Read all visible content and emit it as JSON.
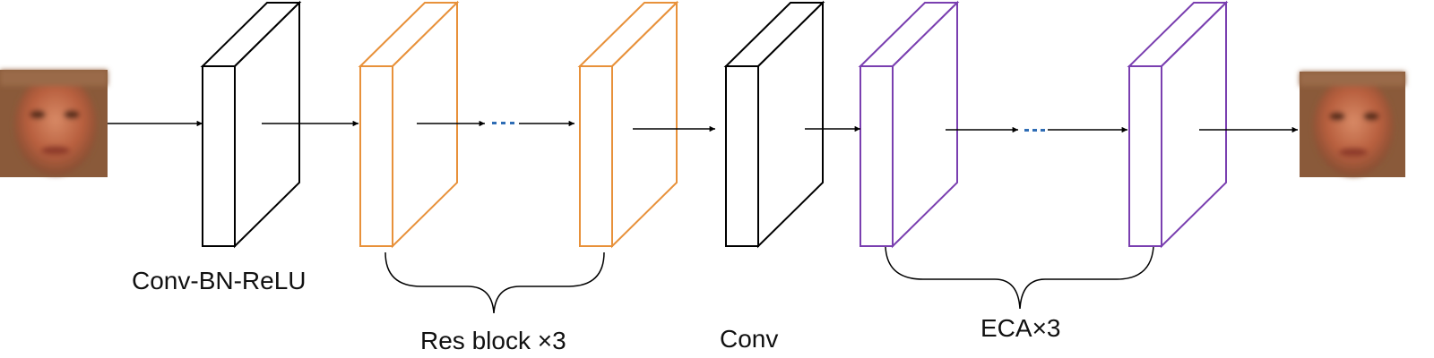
{
  "labels": {
    "conv_bn_relu": "Conv-BN-ReLU",
    "res_block": "Res block ×3",
    "conv": "Conv",
    "eca": "ECA×3"
  },
  "images": {
    "input": "input-face-image",
    "output": "output-face-image"
  },
  "colors": {
    "background": "#ffffff",
    "black_block": "#000000",
    "res_block": "#e8913a",
    "eca_block": "#7a3fb0",
    "ellipsis_dots": "#2f6db5",
    "arrow": "#000000"
  }
}
